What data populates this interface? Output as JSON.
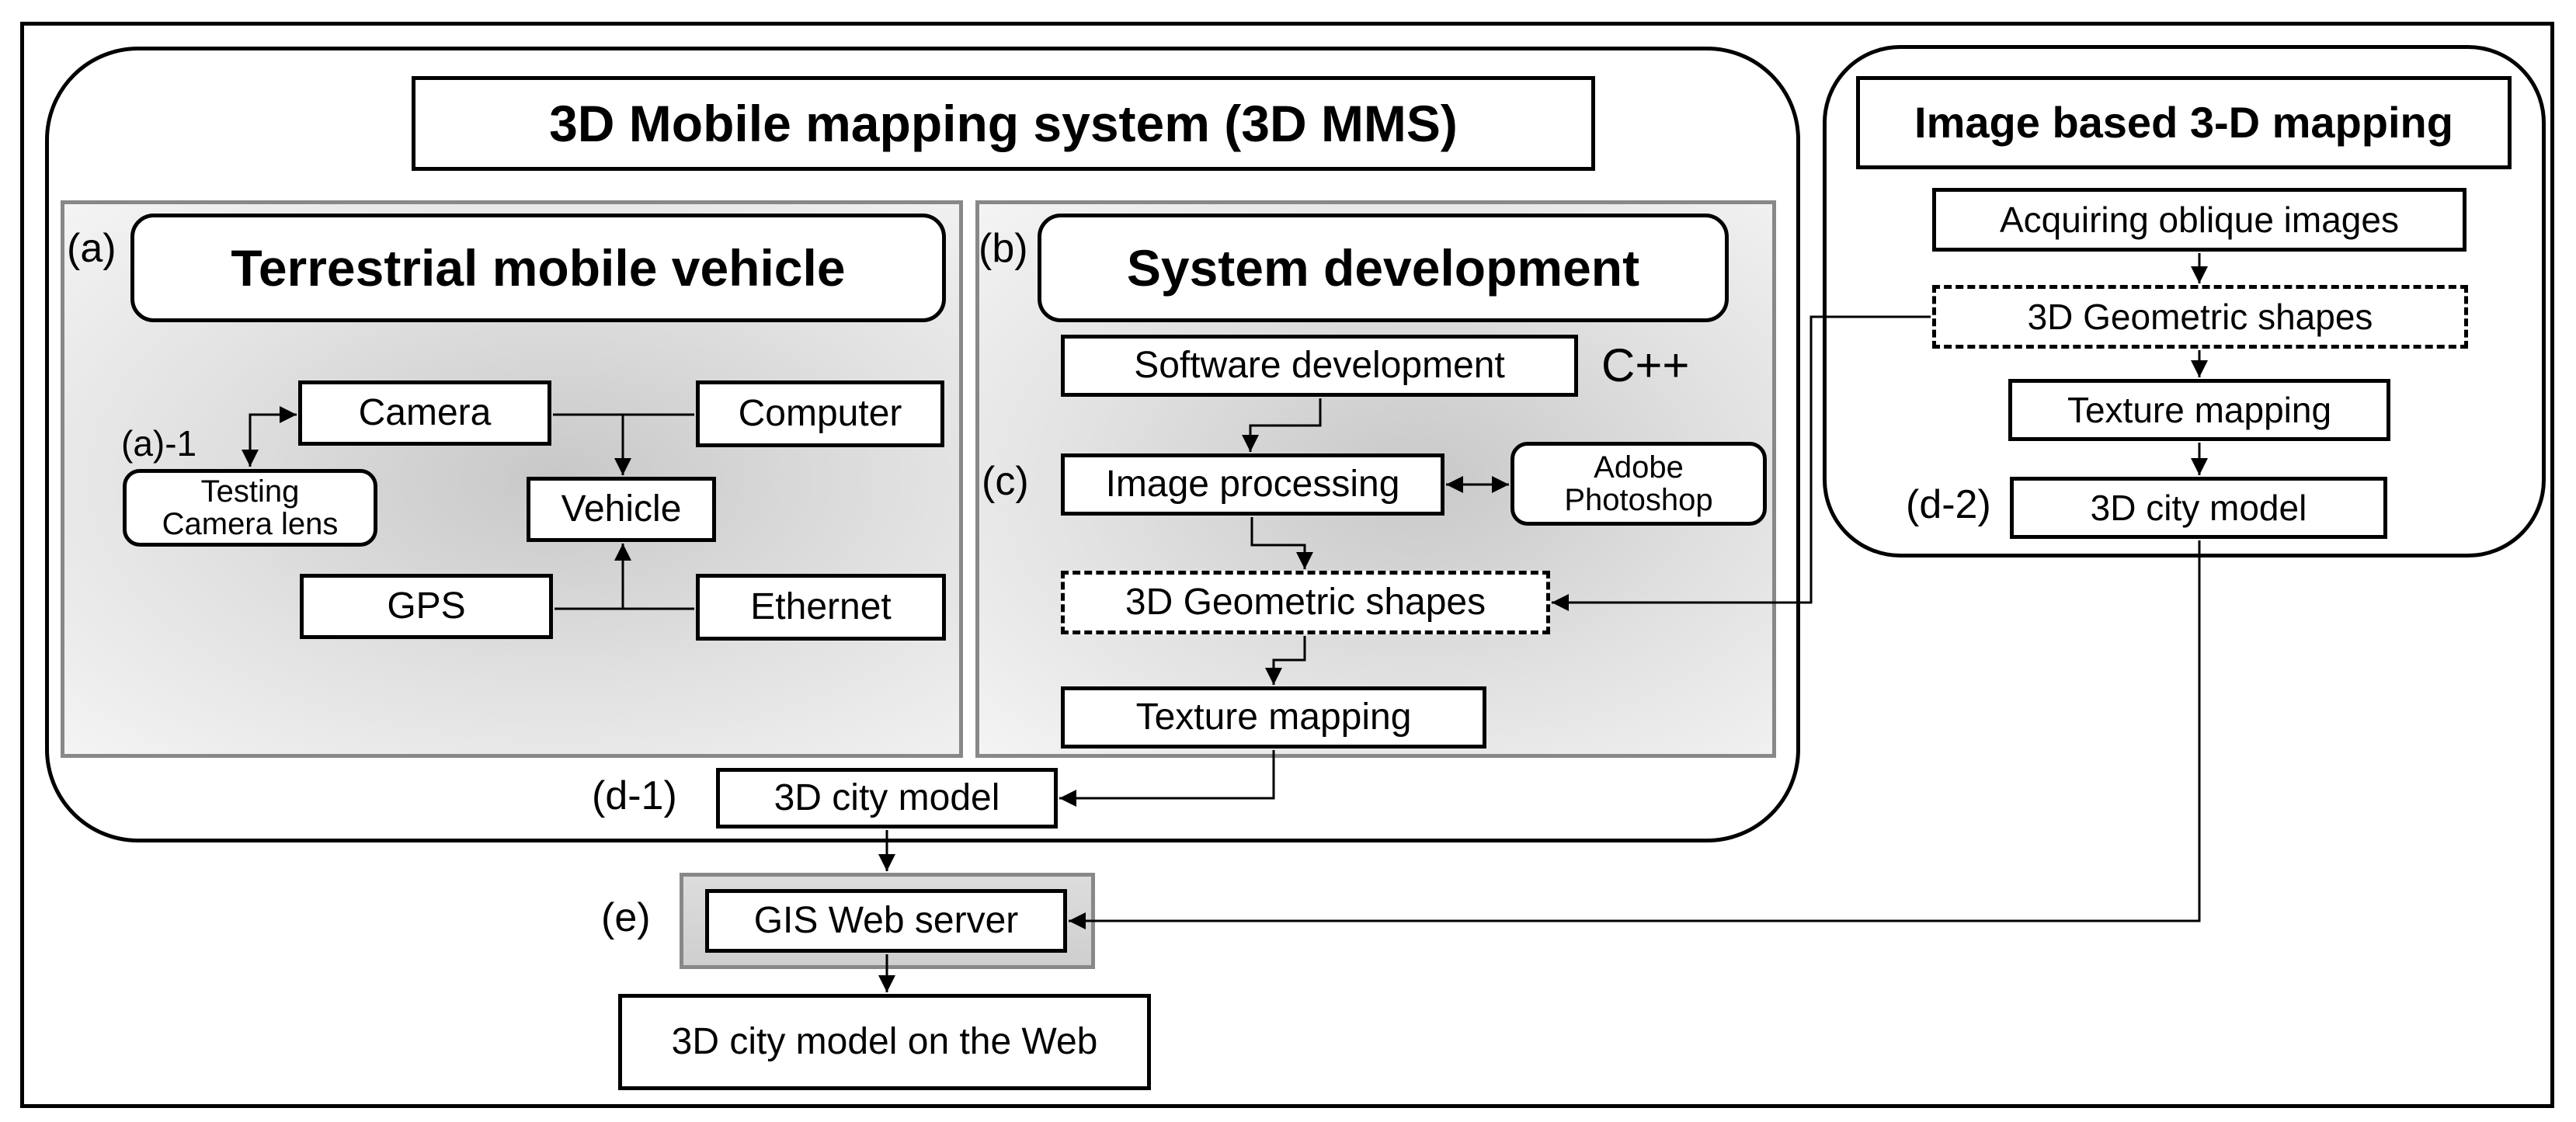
{
  "mms": {
    "title": "3D Mobile mapping system (3D MMS)",
    "vehicle_panel": {
      "label": "(a)",
      "title": "Terrestrial mobile vehicle",
      "sub_label": "(a)-1",
      "camera": "Camera",
      "computer": "Computer",
      "vehicle": "Vehicle",
      "testing_lens": [
        "Testing",
        "Camera lens"
      ],
      "gps": "GPS",
      "ethernet": "Ethernet"
    },
    "system_panel": {
      "label": "(b)",
      "title": "System development",
      "software_dev": "Software development",
      "cpp": "C++",
      "image_label": "(c)",
      "image_processing": "Image processing",
      "photoshop": [
        "Adobe",
        "Photoshop"
      ],
      "geo_shapes": "3D Geometric shapes",
      "texture_mapping": "Texture mapping"
    },
    "city_model_label": "(d-1)",
    "city_model": "3D city model"
  },
  "image_based": {
    "title": "Image based 3-D mapping",
    "acquiring": "Acquiring oblique images",
    "geo_shapes": "3D Geometric shapes",
    "texture_mapping": "Texture mapping",
    "city_model_label": "(d-2)",
    "city_model": "3D city model"
  },
  "gis": {
    "label": "(e)",
    "server": "GIS Web server"
  },
  "web_model": "3D city model on the Web"
}
